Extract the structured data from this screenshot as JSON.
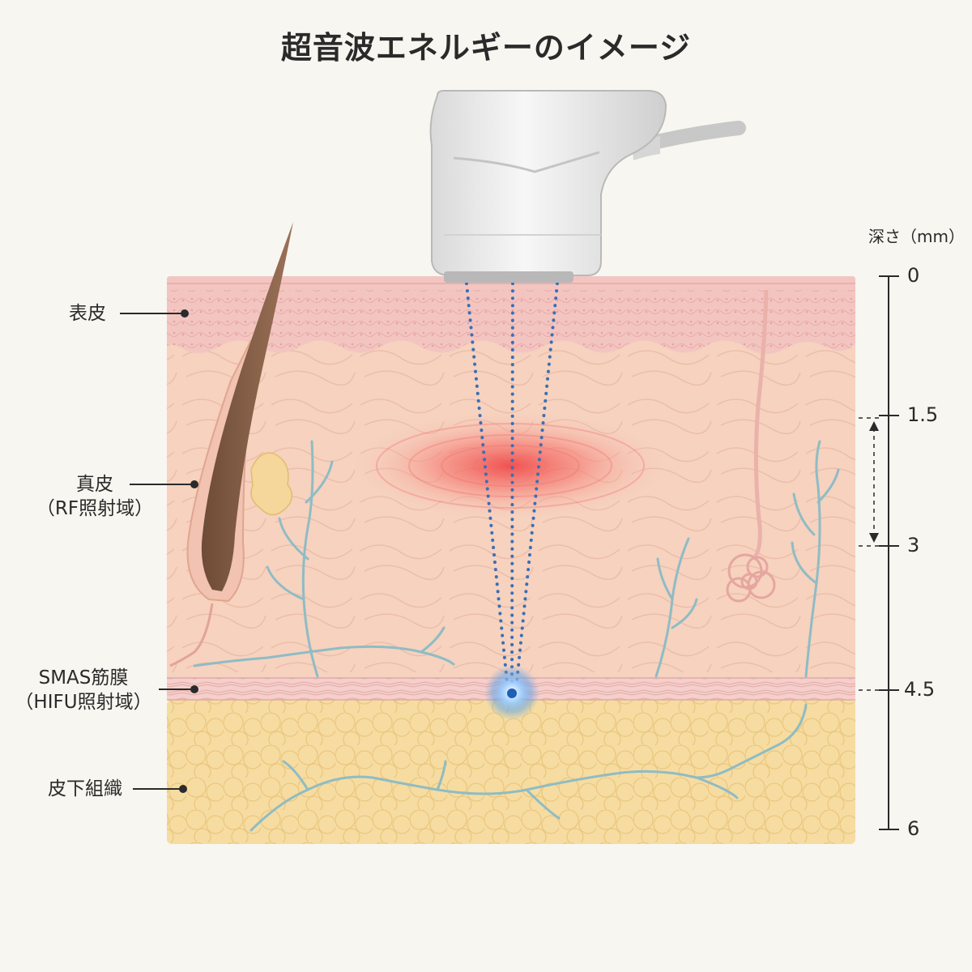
{
  "title": "超音波エネルギーのイメージ",
  "layers": [
    {
      "id": "epidermis",
      "label": "表皮"
    },
    {
      "id": "dermis",
      "label": "真皮",
      "sublabel": "（RF照射域）"
    },
    {
      "id": "smas",
      "label": "SMAS筋膜",
      "sublabel": "（HIFU照射域）"
    },
    {
      "id": "subcutaneous",
      "label": "皮下組織"
    }
  ],
  "depth_scale": {
    "unit_label": "深さ（mm）",
    "ticks": [
      "0",
      "1.5",
      "3",
      "4.5",
      "6"
    ],
    "rf_range_mm": [
      1.5,
      3
    ],
    "hifu_depth_mm": 4.5
  },
  "colors": {
    "epidermis": "#f3c5c1",
    "dermis": "#f6d2bf",
    "smas": "#f4cfcb",
    "subcutaneous": "#f6dca1",
    "vessel": "#8fbcc4",
    "heat": "#f25a5a",
    "ultrasound_dots": "#3a6fb5",
    "focal_point": "#2a7bd6",
    "device": "#ececec"
  }
}
